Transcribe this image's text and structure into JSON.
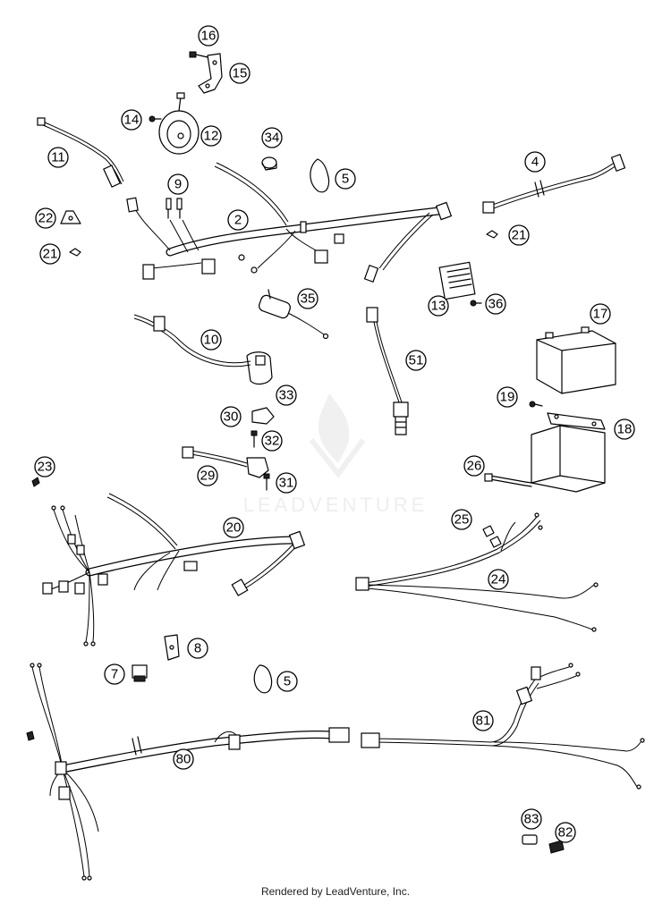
{
  "watermark": {
    "text": "LEADVENTURE"
  },
  "footer": {
    "text": "Rendered by LeadVenture, Inc."
  },
  "callouts": [
    {
      "label": "16"
    },
    {
      "label": "15"
    },
    {
      "label": "14"
    },
    {
      "label": "12"
    },
    {
      "label": "34"
    },
    {
      "label": "5"
    },
    {
      "label": "11"
    },
    {
      "label": "9"
    },
    {
      "label": "4"
    },
    {
      "label": "22"
    },
    {
      "label": "2"
    },
    {
      "label": "21"
    },
    {
      "label": "21"
    },
    {
      "label": "35"
    },
    {
      "label": "13"
    },
    {
      "label": "36"
    },
    {
      "label": "17"
    },
    {
      "label": "10"
    },
    {
      "label": "51"
    },
    {
      "label": "33"
    },
    {
      "label": "19"
    },
    {
      "label": "30"
    },
    {
      "label": "32"
    },
    {
      "label": "18"
    },
    {
      "label": "23"
    },
    {
      "label": "29"
    },
    {
      "label": "31"
    },
    {
      "label": "26"
    },
    {
      "label": "20"
    },
    {
      "label": "25"
    },
    {
      "label": "24"
    },
    {
      "label": "8"
    },
    {
      "label": "7"
    },
    {
      "label": "5"
    },
    {
      "label": "81"
    },
    {
      "label": "80"
    },
    {
      "label": "83"
    },
    {
      "label": "82"
    }
  ]
}
